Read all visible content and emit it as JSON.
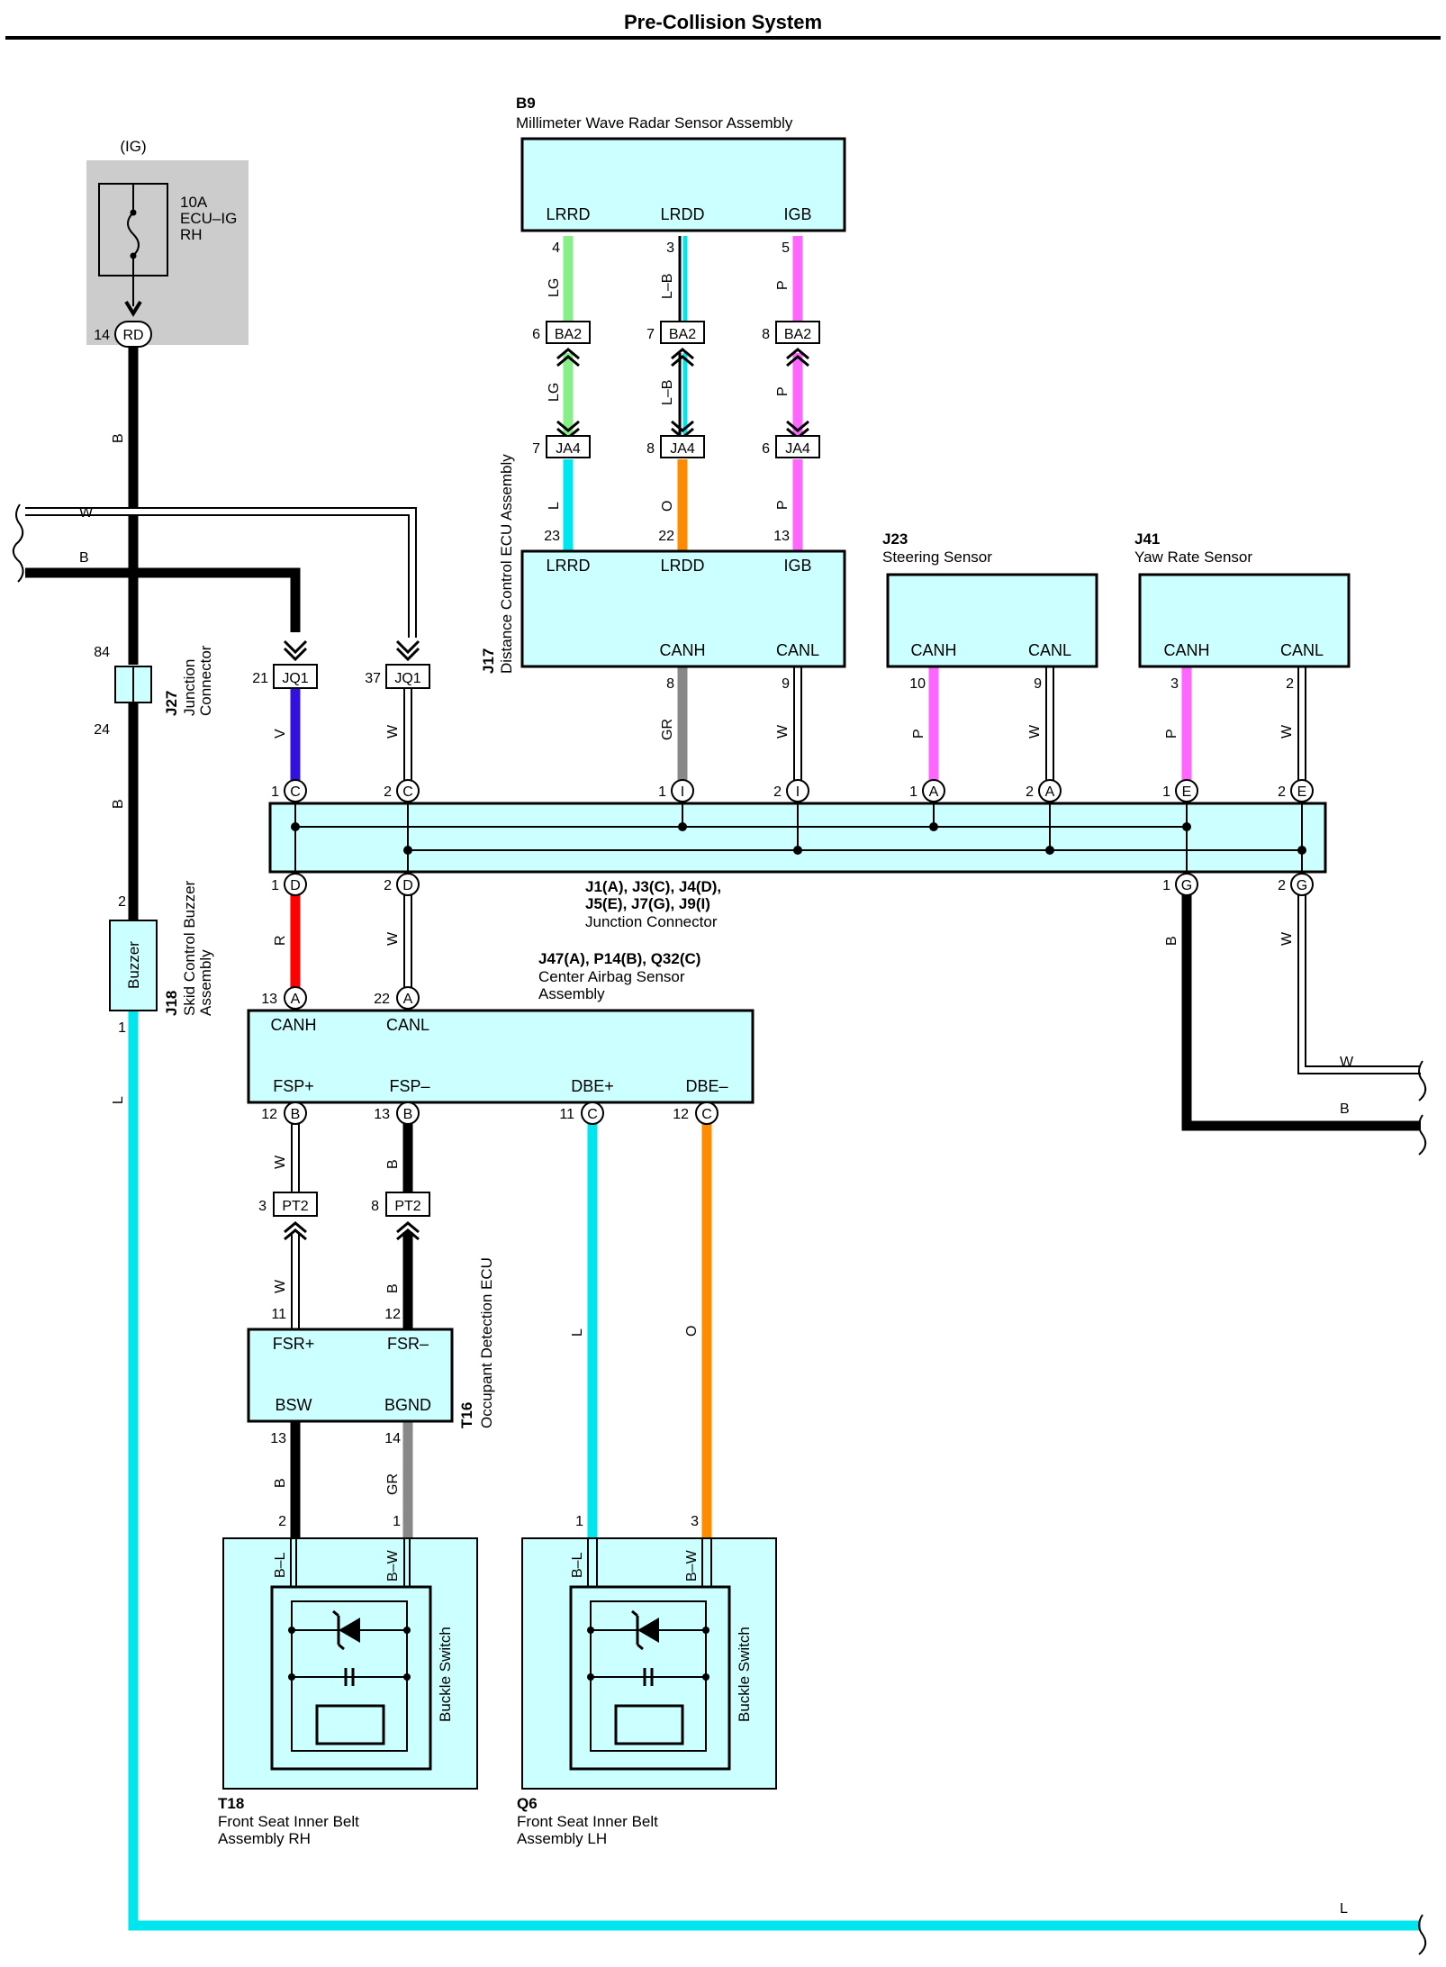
{
  "page_title": "Pre-Collision System",
  "colors": {
    "comp_fill": "#ccffff",
    "fuse_fill": "#cccccc",
    "B": "#000000",
    "W": "#ffffff",
    "LG": "#88ee88",
    "L": "#00e5ee",
    "P": "#ff66ff",
    "O": "#ff8c00",
    "GR": "#888888",
    "V": "#3311dd",
    "R": "#ff0000"
  },
  "fuse": {
    "source": "(IG)",
    "rating": "10A",
    "name1": "ECU–IG",
    "name2": "RH",
    "pin": "14",
    "conn": "RD"
  },
  "components": {
    "b9": {
      "code": "B9",
      "name": "Millimeter Wave Radar Sensor Assembly",
      "pins": [
        "LRRD",
        "LRDD",
        "IGB"
      ]
    },
    "j17": {
      "code": "J17",
      "name": "Distance Control ECU Assembly",
      "pins": [
        "LRRD",
        "LRDD",
        "IGB",
        "CANH",
        "CANL"
      ]
    },
    "j23": {
      "code": "J23",
      "name": "Steering Sensor",
      "pins": [
        "CANH",
        "CANL"
      ]
    },
    "j41": {
      "code": "J41",
      "name": "Yaw Rate Sensor",
      "pins": [
        "CANH",
        "CANL"
      ]
    },
    "j27": {
      "code": "J27",
      "name1": "Junction",
      "name2": "Connector"
    },
    "j18": {
      "code": "J18",
      "name1": "Skid Control Buzzer",
      "name2": "Assembly",
      "inner": "Buzzer"
    },
    "jconn": {
      "codes1": "J1(A), J3(C), J4(D),",
      "codes2": "J5(E), J7(G), J9(I)",
      "name": "Junction Connector"
    },
    "airbag": {
      "codes": "J47(A), P14(B), Q32(C)",
      "name1": "Center Airbag Sensor",
      "name2": "Assembly",
      "pins": [
        "CANH",
        "CANL",
        "FSP+",
        "FSP–",
        "DBE+",
        "DBE–"
      ]
    },
    "t16": {
      "code": "T16",
      "name": "Occupant Detection ECU",
      "pins": [
        "FSR+",
        "FSR–",
        "BSW",
        "BGND"
      ]
    },
    "t18": {
      "code": "T18",
      "name1": "Front Seat Inner Belt",
      "name2": "Assembly RH",
      "switch": "Buckle Switch"
    },
    "q6": {
      "code": "Q6",
      "name1": "Front Seat Inner Belt",
      "name2": "Assembly LH",
      "switch": "Buckle Switch"
    }
  },
  "connectors": {
    "ba2": "BA2",
    "ja4": "JA4",
    "jq1": "JQ1",
    "pt2": "PT2"
  },
  "pins": {
    "n1": "1",
    "n2": "2",
    "n3": "3",
    "n4": "4",
    "n5": "5",
    "n6": "6",
    "n7": "7",
    "n8": "8",
    "n9": "9",
    "n10": "10",
    "n11": "11",
    "n12": "12",
    "n13": "13",
    "n14": "14",
    "n21": "21",
    "n22": "22",
    "n23": "23",
    "n24": "24",
    "n37": "37",
    "n84": "84",
    "A": "A",
    "B": "B",
    "C": "C",
    "D": "D",
    "E": "E",
    "G": "G",
    "I": "I"
  },
  "wire_codes": {
    "B": "B",
    "W": "W",
    "LG": "LG",
    "L": "L",
    "LB": "L–B",
    "P": "P",
    "O": "O",
    "GR": "GR",
    "V": "V",
    "R": "R",
    "BL": "B–L",
    "BW": "B–W"
  }
}
